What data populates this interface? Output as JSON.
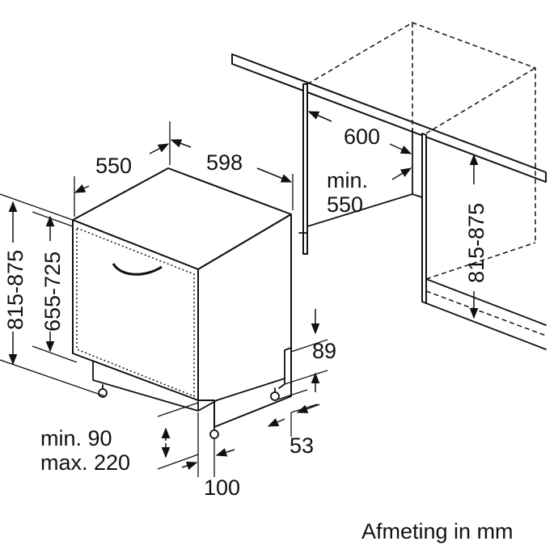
{
  "labels": {
    "width_depth": "550",
    "width_front": "598",
    "niche_width": "600",
    "niche_depth_min": "min.",
    "niche_depth_value": "550",
    "height_range_left": "815-875",
    "height_range_right": "815-875",
    "door_height_range": "655-725",
    "plinth_89": "89",
    "foot_53": "53",
    "plinth_min": "min. 90",
    "plinth_max": "max. 220",
    "foot_100": "100",
    "unit_note": "Afmeting in mm"
  }
}
